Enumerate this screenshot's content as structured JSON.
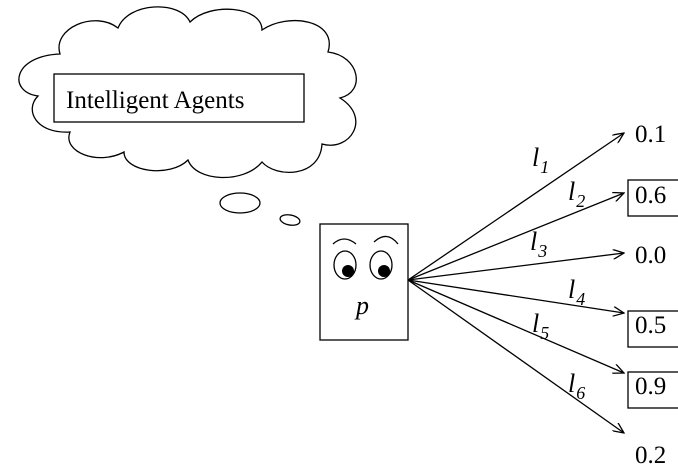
{
  "thought": {
    "label": "Intelligent Agents"
  },
  "agent": {
    "label": "p"
  },
  "links": [
    {
      "sub": "1",
      "value": "0.1",
      "boxed": false
    },
    {
      "sub": "2",
      "value": "0.6",
      "boxed": true
    },
    {
      "sub": "3",
      "value": "0.0",
      "boxed": false
    },
    {
      "sub": "4",
      "value": "0.5",
      "boxed": true
    },
    {
      "sub": "5",
      "value": "0.9",
      "boxed": true
    },
    {
      "sub": "6",
      "value": "0.2",
      "boxed": false
    }
  ],
  "link_letter": "l",
  "colors": {
    "ink": "#000000",
    "background": "#ffffff"
  }
}
